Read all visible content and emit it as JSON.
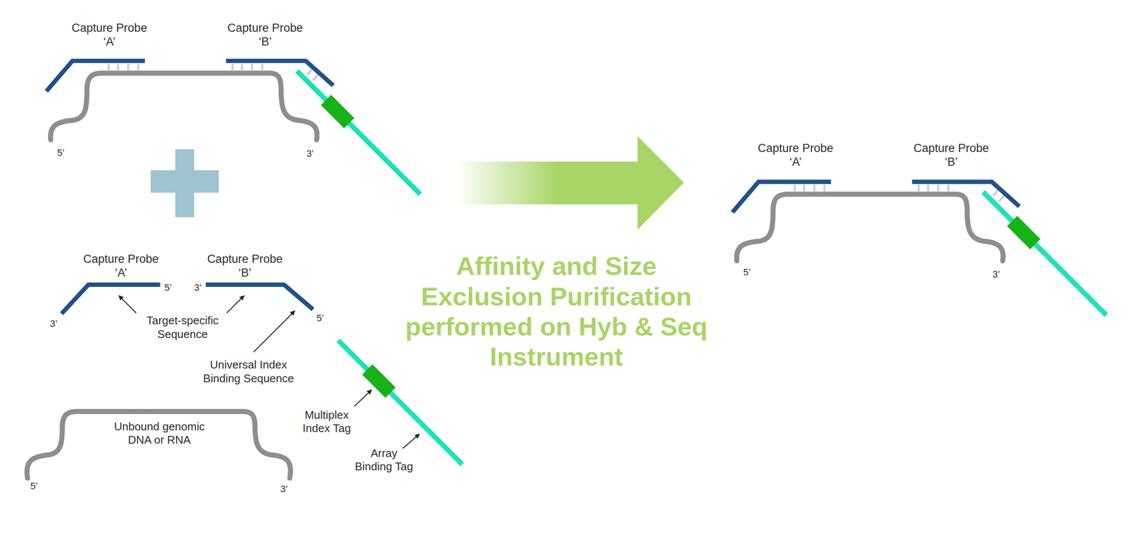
{
  "diagram": {
    "labels": [
      "Capture Probe ‘A’",
      "Capture Probe ‘B’",
      "5’",
      "3’",
      "Capture Probe ‘A’",
      "Capture Probe ‘B’",
      "3’",
      "5’",
      "3’",
      "5’",
      "Target-specific Sequence",
      "Universal Index Binding Sequence",
      "Multiplex Index Tag",
      "Array Binding Tag",
      "Unbound genomic DNA or RNA",
      "5’",
      "3’",
      "Affinity and Size Exclusion Purification performed on Hyb & Seq Instrument",
      "Capture Probe ‘A’",
      "Capture Probe ‘B’",
      "5’",
      "3’"
    ]
  }
}
